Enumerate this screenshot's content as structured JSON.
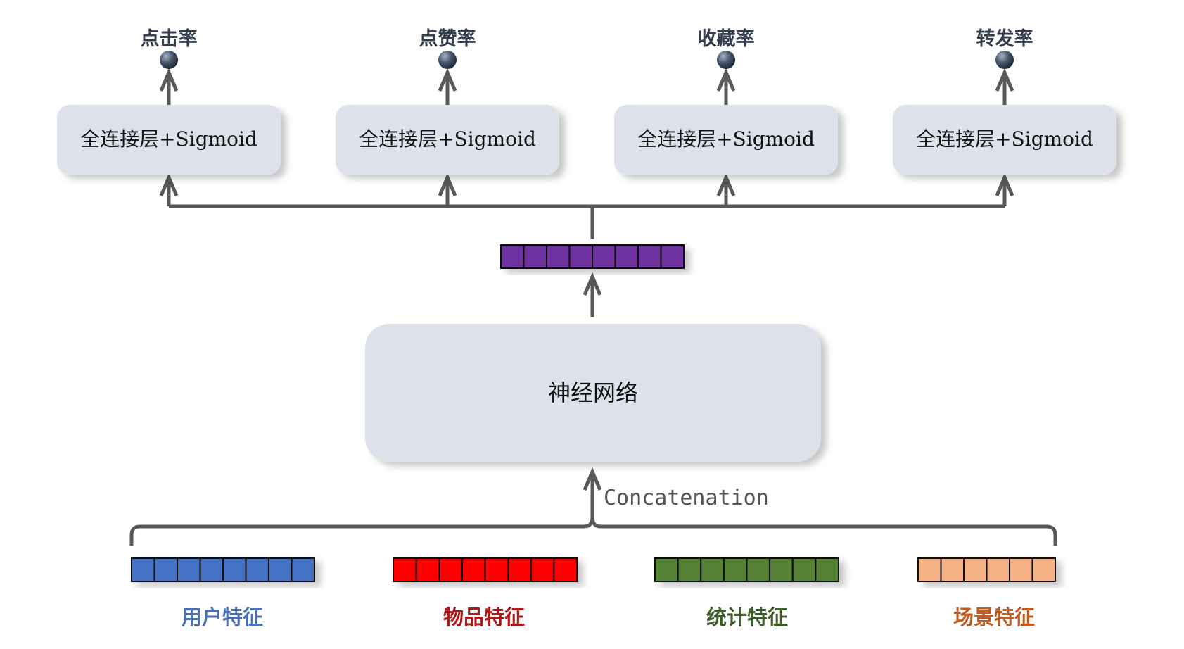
{
  "outputs": [
    {
      "label": "点击率",
      "layer": "全连接层+Sigmoid"
    },
    {
      "label": "点赞率",
      "layer": "全连接层+Sigmoid"
    },
    {
      "label": "收藏率",
      "layer": "全连接层+Sigmoid"
    },
    {
      "label": "转发率",
      "layer": "全连接层+Sigmoid"
    }
  ],
  "shared_vector": {
    "cells": 8,
    "color": "#7030a0"
  },
  "network": {
    "label": "神经网络"
  },
  "concat_label": "Concatenation",
  "features": [
    {
      "label": "用户特征",
      "cells": 8,
      "color": "#4472c4",
      "text_color": "#4a6fb5"
    },
    {
      "label": "物品特征",
      "cells": 8,
      "color": "#ff0000",
      "text_color": "#b01818"
    },
    {
      "label": "统计特征",
      "cells": 8,
      "color": "#548235",
      "text_color": "#3d5e2a"
    },
    {
      "label": "场景特征",
      "cells": 6,
      "color": "#f4b183",
      "text_color": "#c55a1e"
    }
  ],
  "colors": {
    "box": "#dde2ea",
    "arrow": "#595959",
    "node": "#4a5a70"
  }
}
